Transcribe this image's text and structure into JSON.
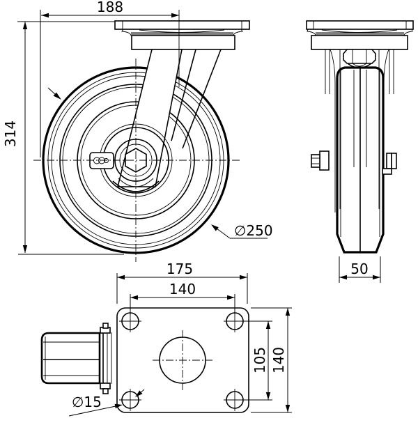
{
  "dims": {
    "front_offset": "188",
    "overall_height": "314",
    "wheel_diameter": "∅250",
    "plate_width": "175",
    "bolt_hole_spacing_width": "140",
    "wheel_width": "50",
    "bolt_hole_spacing_depth": "105",
    "plate_depth": "140",
    "bolt_hole_diameter": "∅15"
  },
  "colors": {
    "line": "#000000",
    "background": "#ffffff"
  }
}
